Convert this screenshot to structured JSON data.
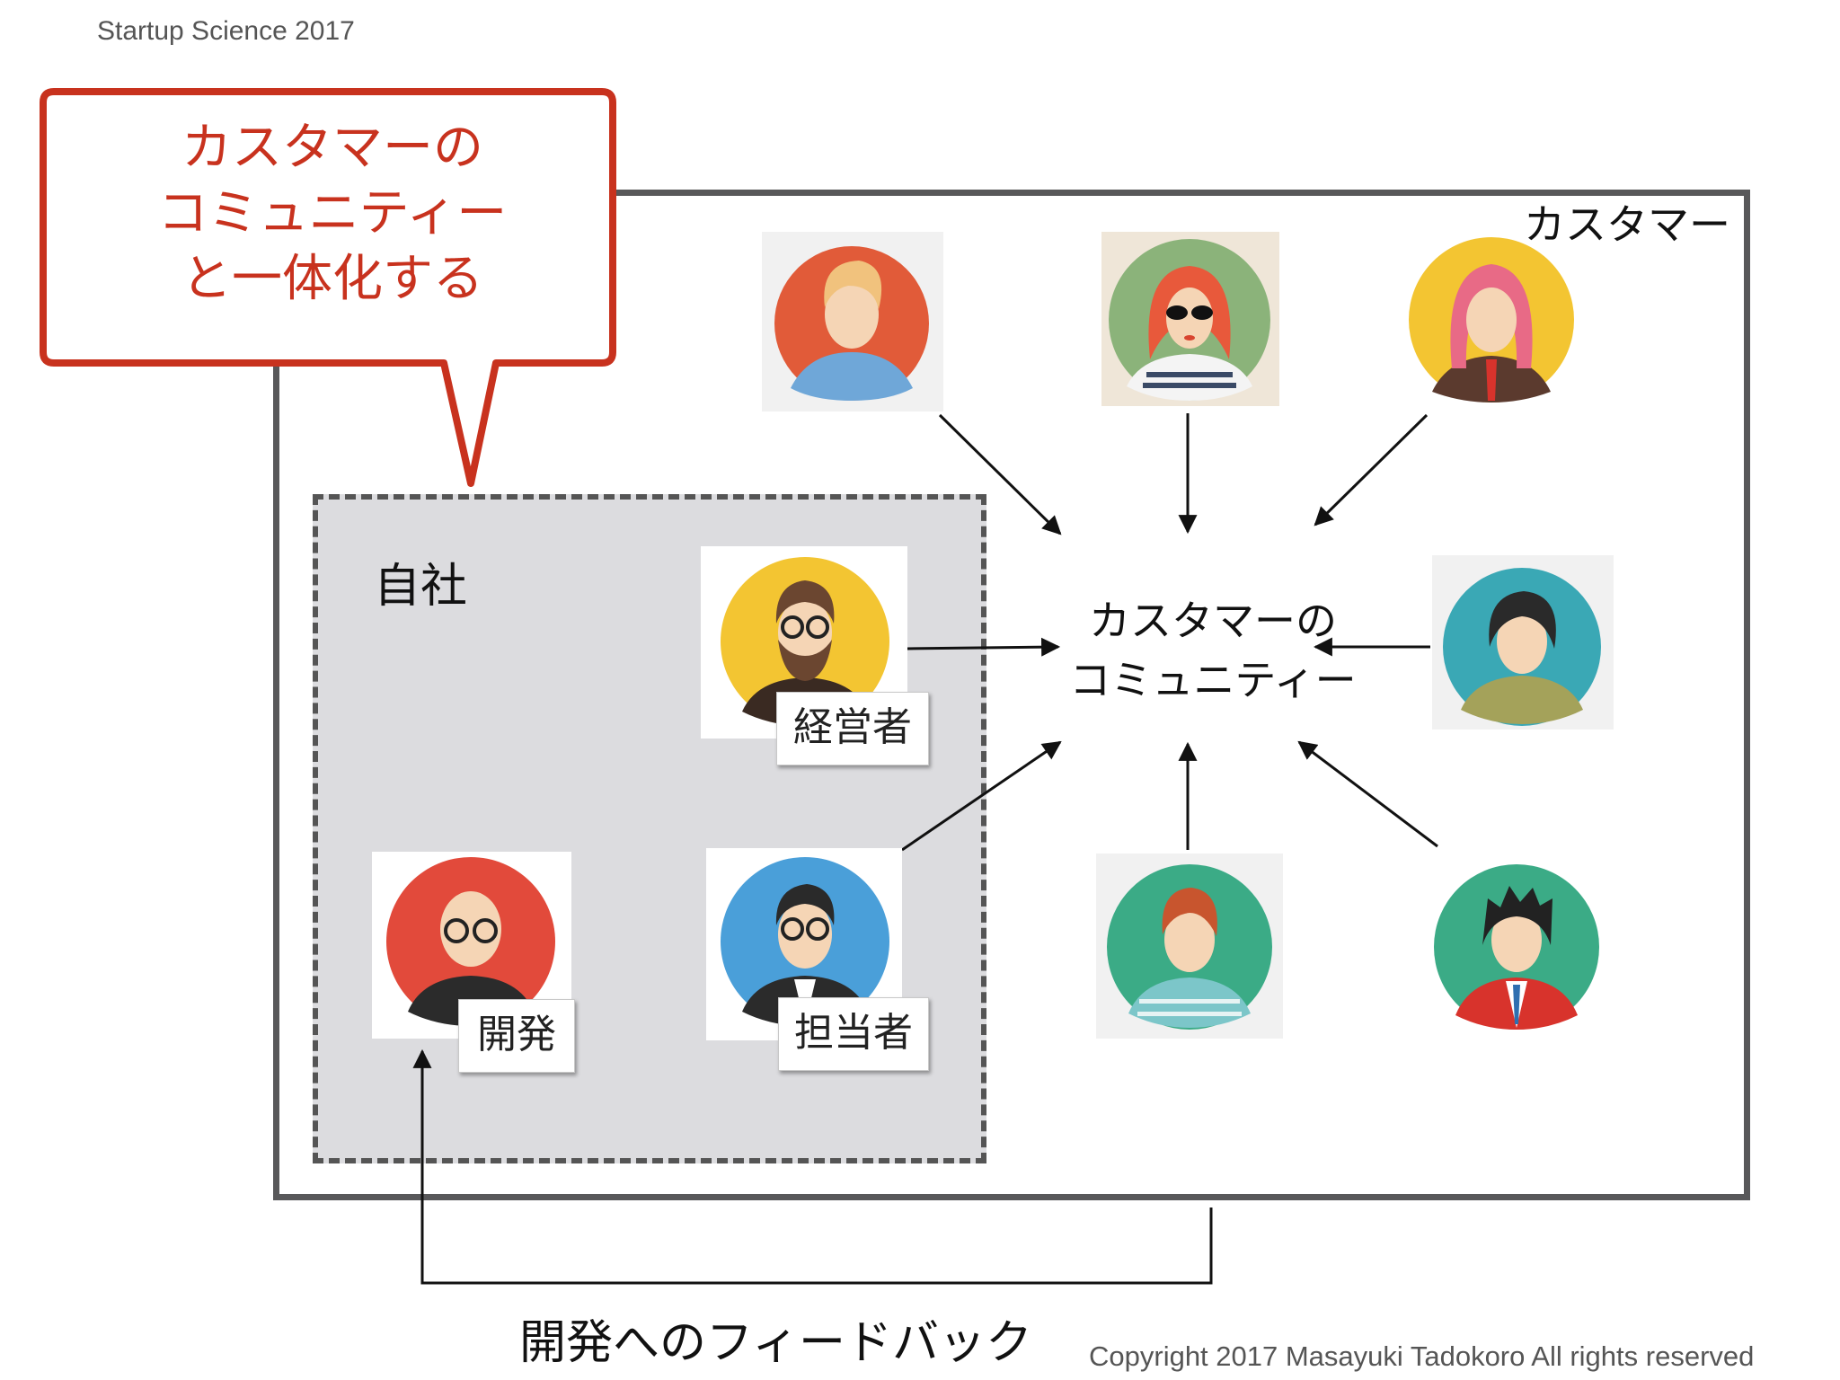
{
  "header": {
    "title": "Startup Science 2017"
  },
  "footer": {
    "copyright": "Copyright 2017 Masayuki Tadokoro All rights reserved"
  },
  "callout": {
    "lines": [
      "カスタマーの",
      "コミュニティー",
      "と一体化する"
    ],
    "color": "#c8321e"
  },
  "customers": {
    "label": "カスタマー"
  },
  "company": {
    "label": "自社",
    "roles": {
      "ceo": "経営者",
      "rep": "担当者",
      "dev": "開発"
    }
  },
  "community": {
    "lines": [
      "カスタマーの",
      "コミュニティー"
    ]
  },
  "feedback": {
    "label": "開発へのフィードバック"
  },
  "colors": {
    "border": "#58585a",
    "company_bg": "#dcdcdf",
    "accent": "#c8321e"
  }
}
